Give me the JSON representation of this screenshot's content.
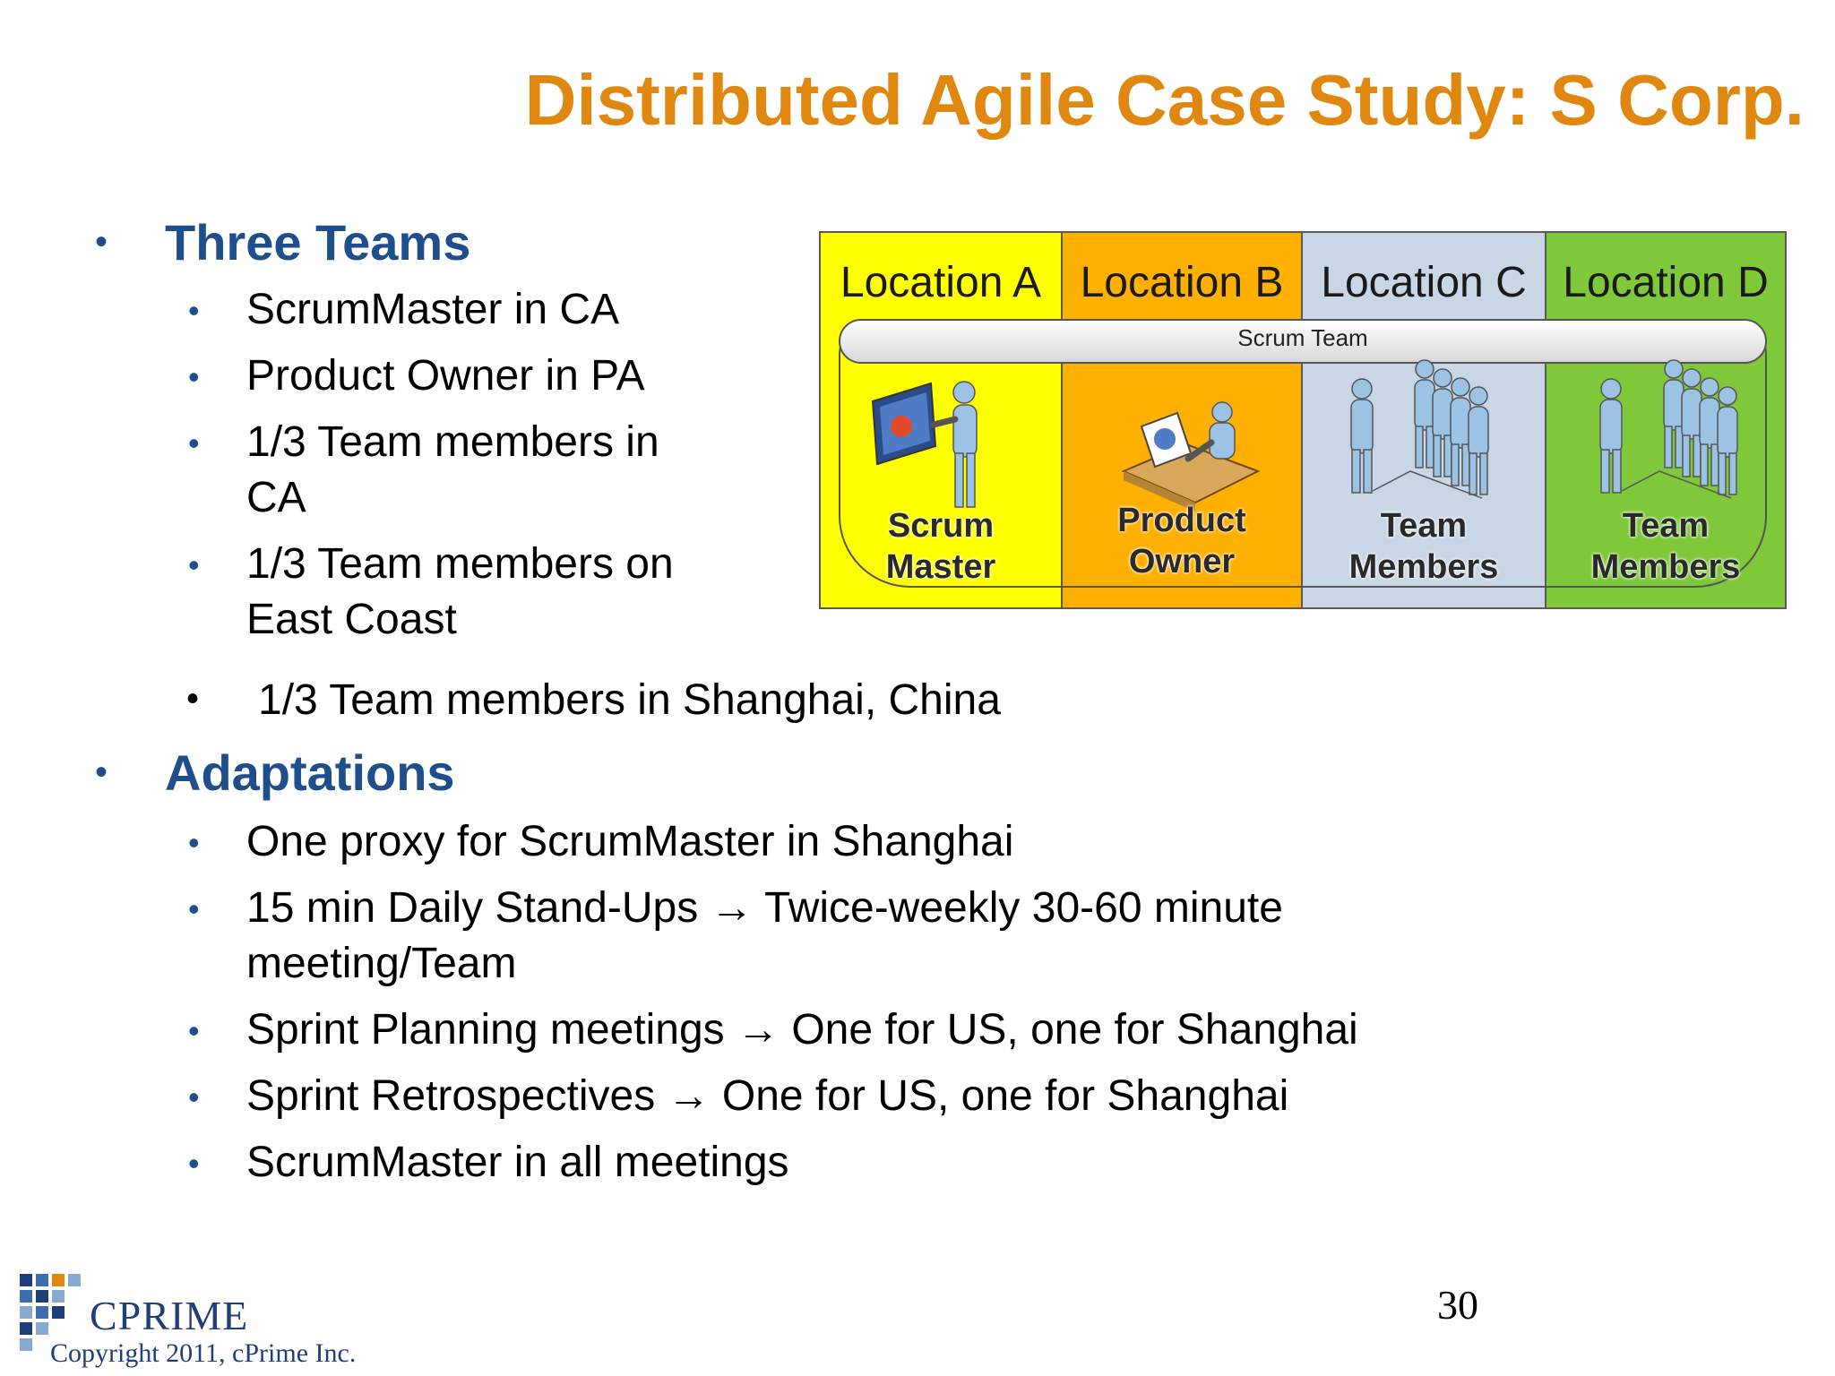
{
  "slide": {
    "title": "Distributed Agile Case Study: S Corp.",
    "page_number": "30"
  },
  "sections": [
    {
      "heading": "Three Teams",
      "items": [
        "ScrumMaster in CA",
        "Product Owner in PA",
        "1/3 Team members in",
        "CA",
        "1/3 Team members on",
        "East Coast",
        "1/3 Team members in Shanghai, China"
      ]
    },
    {
      "heading": "Adaptations",
      "items": [
        "One proxy for ScrumMaster in Shanghai",
        "15 min Daily Stand-Ups → Twice-weekly 30-60 minute",
        "meeting/Team",
        "Sprint Planning meetings → One for US, one for Shanghai",
        "Sprint Retrospectives → One for US, one for Shanghai",
        "ScrumMaster in all meetings"
      ]
    }
  ],
  "diagram": {
    "band_label": "Scrum Team",
    "locations": [
      {
        "label": "Location A",
        "role_line1": "Scrum",
        "role_line2": "Master",
        "color": "#ffff00"
      },
      {
        "label": "Location B",
        "role_line1": "Product",
        "role_line2": "Owner",
        "color": "#ffb000"
      },
      {
        "label": "Location C",
        "role_line1": "Team",
        "role_line2": "Members",
        "color": "#c9d6e6"
      },
      {
        "label": "Location D",
        "role_line1": "Team",
        "role_line2": "Members",
        "color": "#7fc83a"
      }
    ]
  },
  "footer": {
    "logo_text": "CPRIME",
    "copyright": "Copyright 2011, cPrime Inc."
  },
  "colors": {
    "title": "#e0870f",
    "heading": "#1f4e8c"
  }
}
